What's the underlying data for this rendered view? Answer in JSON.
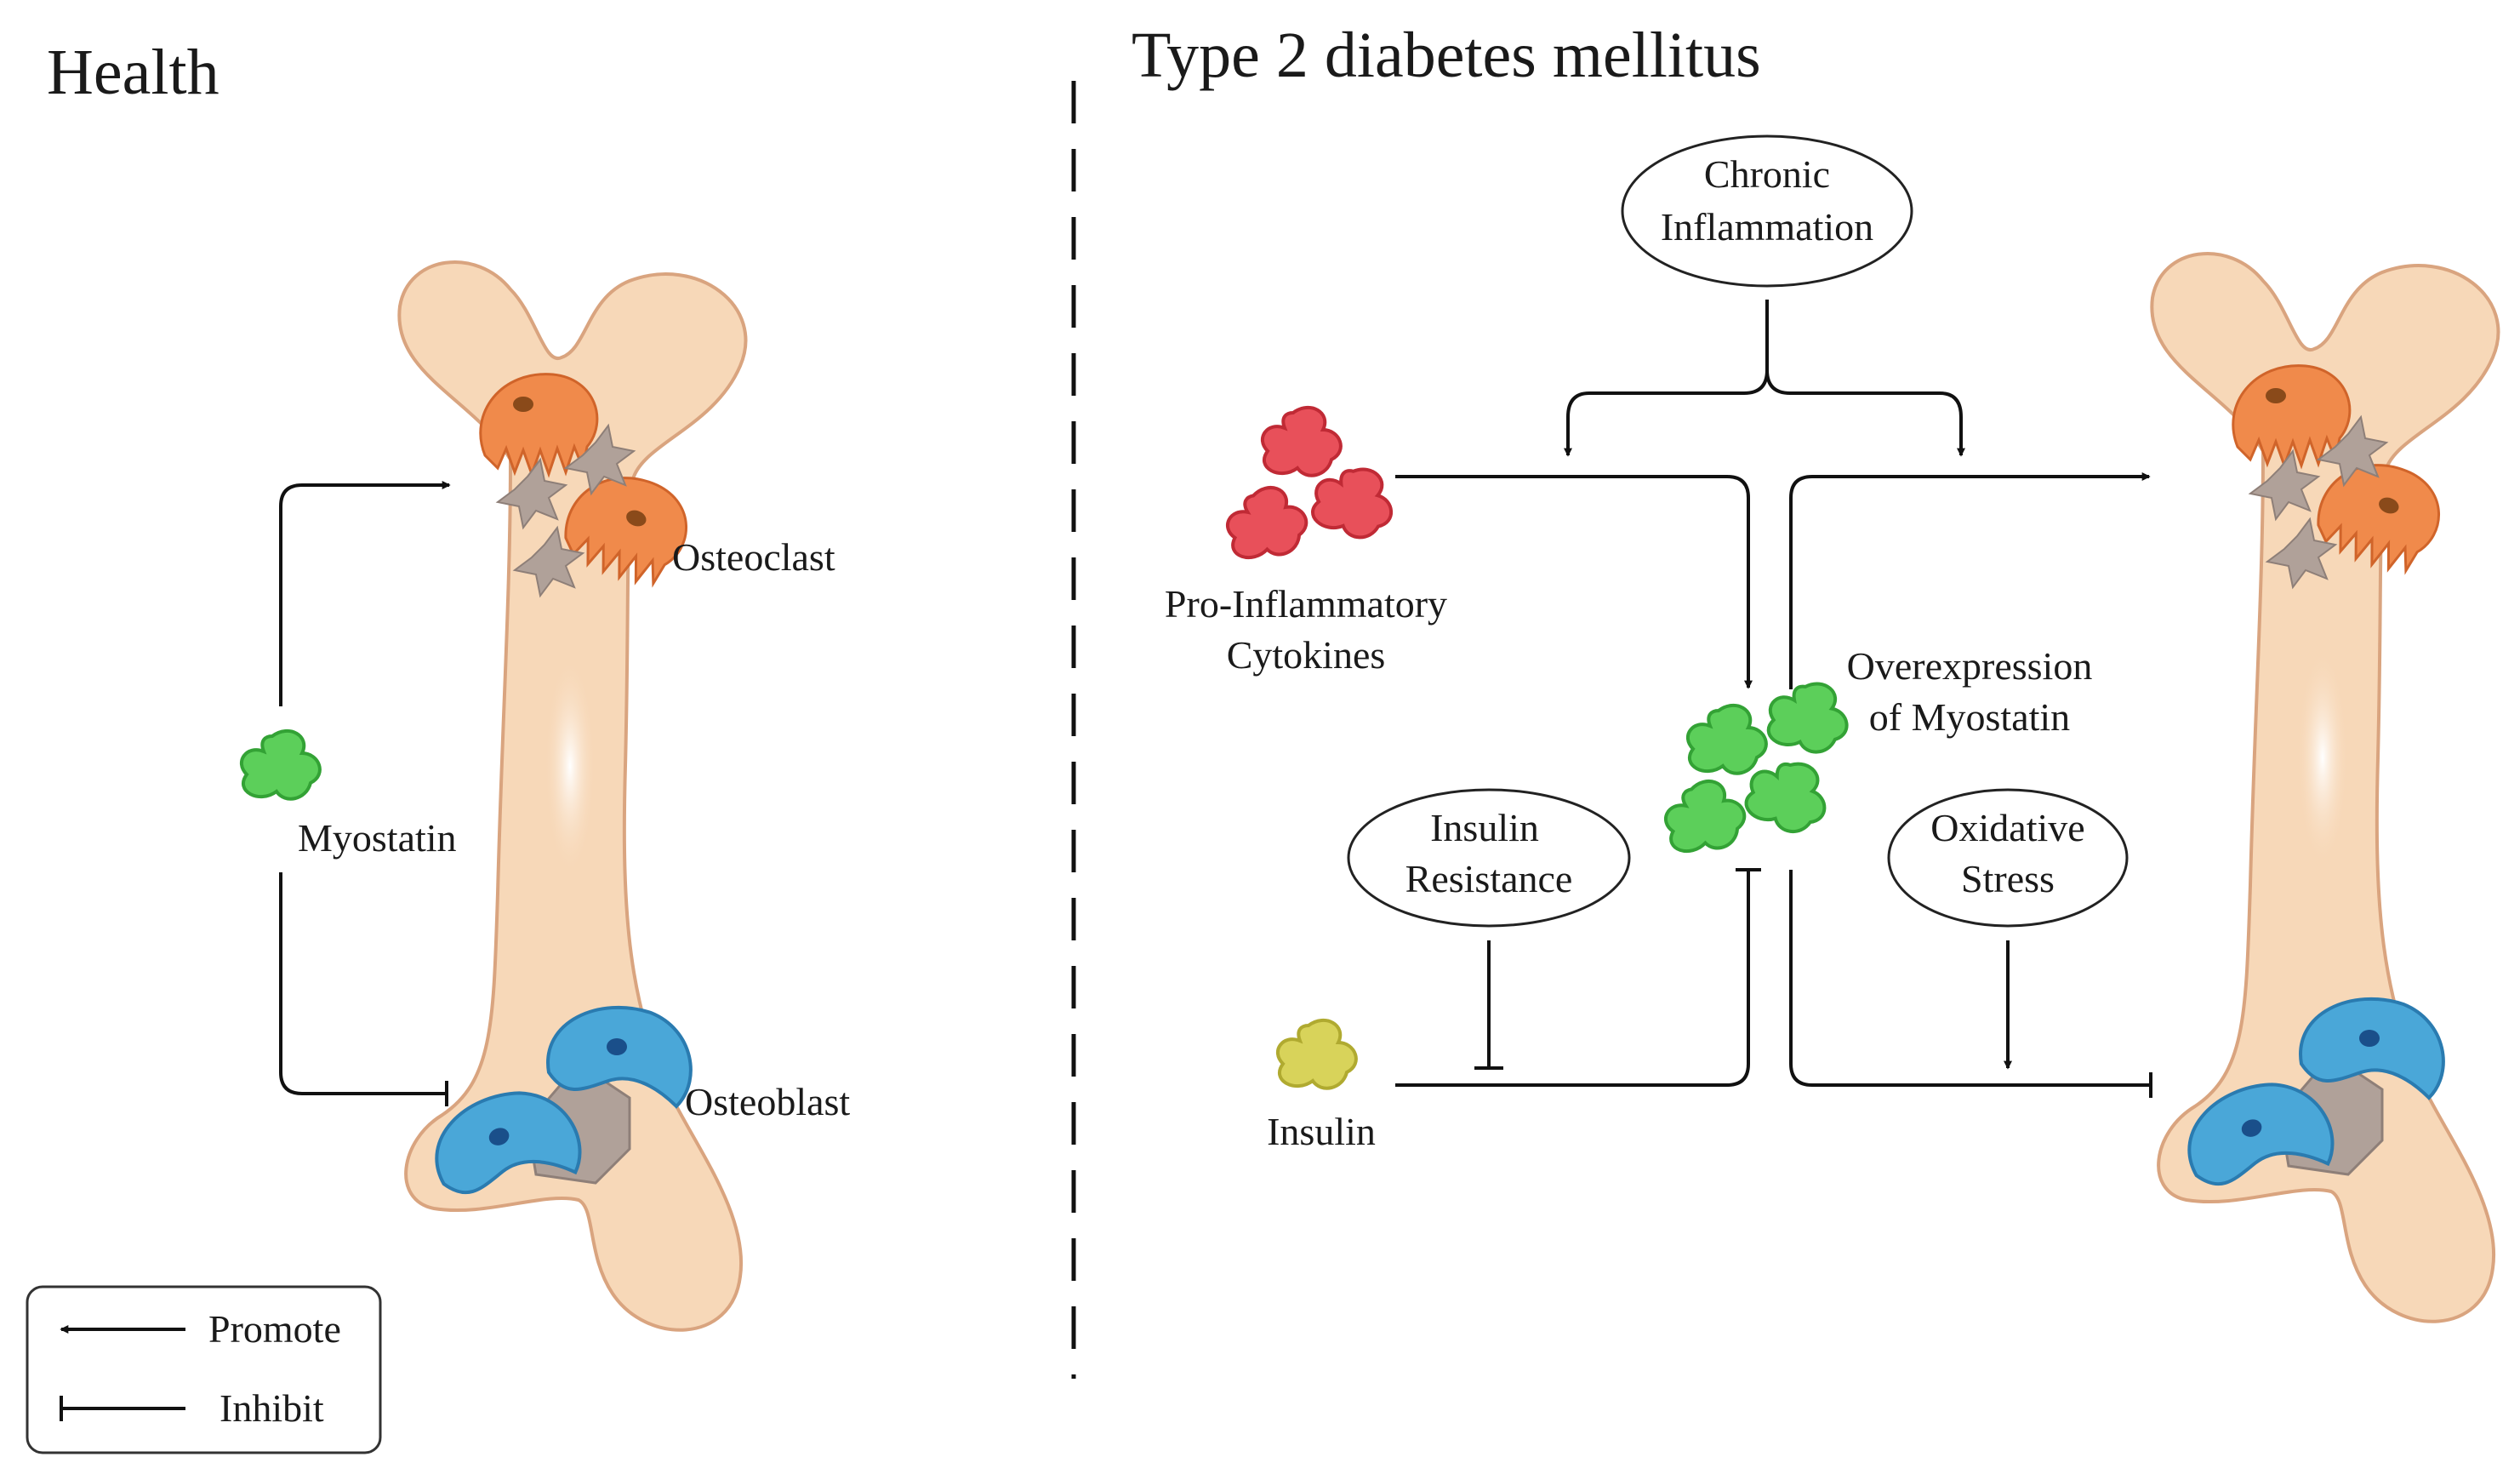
{
  "panels": {
    "health": {
      "title": "Health"
    },
    "t2dm": {
      "title": "Type 2 diabetes mellitus"
    }
  },
  "labels": {
    "osteoclast": "Osteoclast",
    "osteoblast": "Osteoblast",
    "myostatin": "Myostatin",
    "chronic_inflammation": [
      "Chronic",
      "Inflammation"
    ],
    "pro_inflammatory_cytokines": [
      "Pro-Inflammatory",
      "Cytokines"
    ],
    "overexpression_of_myostatin": [
      "Overexpression",
      "of Myostatin"
    ],
    "insulin_resistance": [
      "Insulin",
      "Resistance"
    ],
    "oxidative_stress": [
      "Oxidative",
      "Stress"
    ],
    "insulin": "Insulin"
  },
  "legend": {
    "promote": "Promote",
    "inhibit": "Inhibit"
  },
  "colors": {
    "bone": "#f7d8b8",
    "bone_outline": "#d9a47f",
    "osteoclast": "#f08a4b",
    "osteoblast": "#4aa7d8",
    "myostatin": "#5ccf5a",
    "cytokine": "#e8505a",
    "insulin": "#d8d35a",
    "matrix_cell": "#b0a199"
  }
}
